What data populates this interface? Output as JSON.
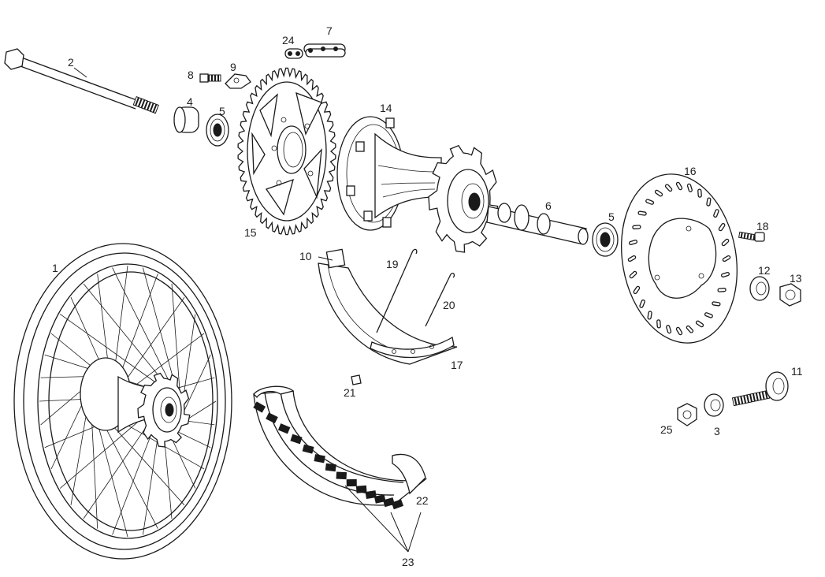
{
  "labels": {
    "p1": "1",
    "p2": "2",
    "p3": "3",
    "p4": "4",
    "p5a": "5",
    "p5b": "5",
    "p6": "6",
    "p7": "7",
    "p8": "8",
    "p9": "9",
    "p10": "10",
    "p11": "11",
    "p12": "12",
    "p13": "13",
    "p14": "14",
    "p15": "15",
    "p16": "16",
    "p17": "17",
    "p18": "18",
    "p19": "19",
    "p20": "20",
    "p21": "21",
    "p22": "22",
    "p23": "23",
    "p24": "24",
    "p25": "25"
  },
  "colors": {
    "line": "#1a1a1a",
    "background": "#ffffff"
  }
}
